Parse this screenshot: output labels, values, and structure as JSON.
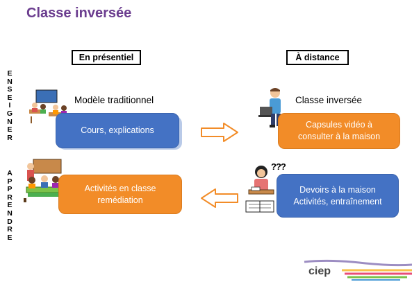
{
  "title": "Classe inversée",
  "column_headers": {
    "left": "En présentiel",
    "right": "À distance"
  },
  "vertical_labels": {
    "top": "ENSEIGNER",
    "bottom": "APPRENDRE"
  },
  "rows": {
    "teach": {
      "left_caption": "Modèle traditionnel",
      "left_box": [
        "Cours, explications"
      ],
      "right_caption": "Classe inversée",
      "right_box": [
        "Capsules vidéo à",
        "consulter à la maison"
      ]
    },
    "learn": {
      "left_box": [
        "Activités en classe",
        "remédiation"
      ],
      "right_box": [
        "Devoirs à la maison",
        "Activités, entraînement"
      ],
      "question_marks": "???"
    }
  },
  "logo": {
    "text": "ciep"
  },
  "colors": {
    "title": "#6b3d8f",
    "blue_box": "#4472c4",
    "orange_box": "#f28c28",
    "arrow": "#f28c28"
  }
}
